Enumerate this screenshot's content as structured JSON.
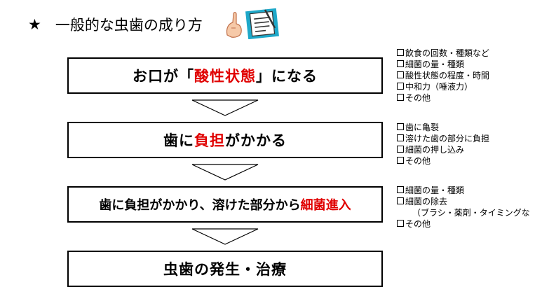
{
  "title": {
    "star": "★",
    "text": "一般的な虫歯の成り方"
  },
  "steps": [
    {
      "pre": "お口が「",
      "hl": "酸性状態",
      "post": "」になる"
    },
    {
      "pre": "歯に",
      "hl": "負担",
      "post": "がかかる"
    },
    {
      "pre": "歯に負担がかかり、溶けた部分から",
      "hl": "細菌進入",
      "post": ""
    },
    {
      "pre": "虫歯の発生・治療",
      "hl": "",
      "post": ""
    }
  ],
  "notes": [
    [
      "飲食の回数・種類など",
      "細菌の量・種類",
      "酸性状態の程度・時間",
      "中和力（唾液力）",
      "その他"
    ],
    [
      "歯に亀裂",
      "溶けた歯の部分に負担",
      "細菌の押し込み",
      "その他"
    ],
    [
      "細菌の量・種類",
      "細菌の除去",
      "（ブラシ・薬剤・タイミングな",
      "その他"
    ]
  ],
  "colors": {
    "highlight": "#e00000",
    "border": "#000000"
  }
}
